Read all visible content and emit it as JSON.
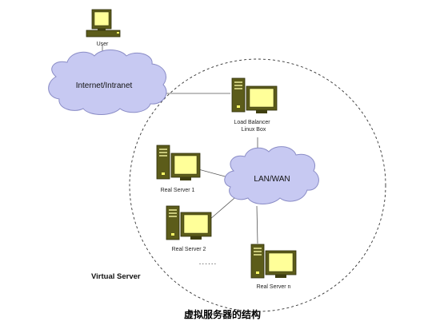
{
  "nodes": {
    "user": {
      "label": "User"
    },
    "internet": {
      "label": "Internet/Intranet"
    },
    "load_balancer": {
      "label_line1": "Load Balancer",
      "label_line2": "Linux Box"
    },
    "lan_wan": {
      "label": "LAN/WAN"
    },
    "real_server_1": {
      "label": "Real Server 1"
    },
    "real_server_2": {
      "label": "Real Server 2"
    },
    "real_server_n": {
      "label": "Real Server n"
    }
  },
  "ellipsis": "......",
  "virtual_server_label": "Virtual Server",
  "caption": "虚拟服务器的结构",
  "colors": {
    "cloud_fill": "#c7c9f2",
    "equipment_olive": "#5c5c1a",
    "screen_yellow": "#ffff99"
  }
}
